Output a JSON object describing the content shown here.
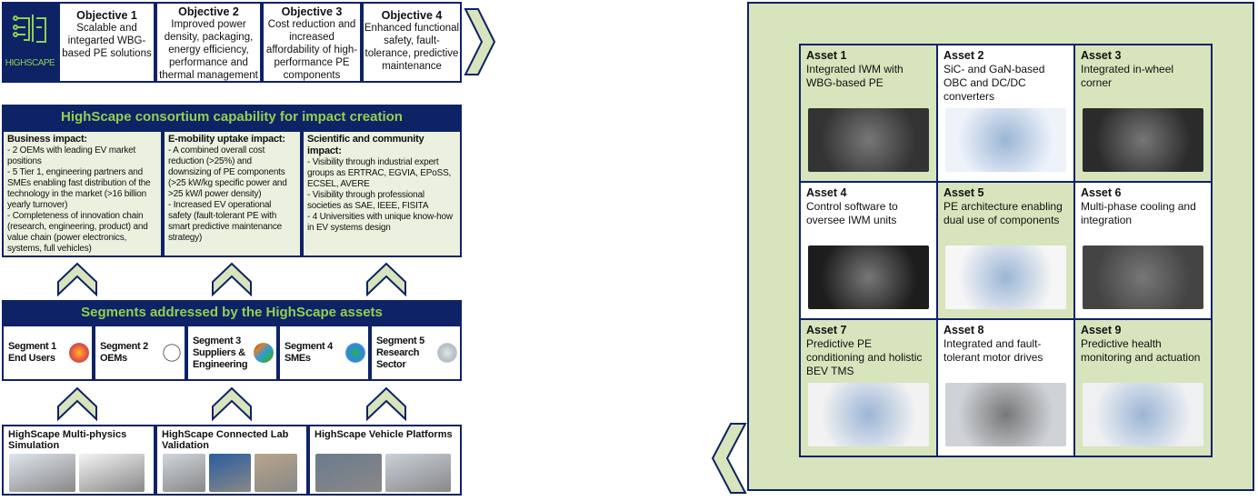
{
  "logo": {
    "text": "HIGHSCAPE"
  },
  "objectives": [
    {
      "title": "Objective 1",
      "text": "Scalable and integarted WBG-based PE solutions"
    },
    {
      "title": "Objective 2",
      "text": "Improved power density, packaging, energy efficiency, performance and thermal management"
    },
    {
      "title": "Objective 3",
      "text": "Cost reduction and increased affordability of high-performance PE components"
    },
    {
      "title": "Objective 4",
      "text": "Enhanced functional safety, fault-tolerance, predictive maintenance"
    }
  ],
  "capability": {
    "title": "HighScape consortium capability for impact creation",
    "columns": [
      {
        "title": "Business impact:",
        "lines": [
          "- 2 OEMs with leading EV market positions",
          "- 5 Tier 1, engineering partners and SMEs enabling fast distribution of the technology in the market (>16 billion yearly turnover)",
          "- Completeness of innovation chain (research, engineering, product) and value chain (power electronics, systems, full vehicles)"
        ]
      },
      {
        "title": "E-mobility uptake impact:",
        "lines": [
          "- A combined overall cost reduction (>25%) and downsizing of PE components (>25 kW/kg specific power and >25 kW/l power density)",
          "- Increased EV operational safety (fault-tolerant PE with smart predictive maintenance strategy)"
        ]
      },
      {
        "title": "Scientific and community impact:",
        "lines": [
          "- Visibility through industrial expert groups as ERTRAC, EGVIA, EPoSS, ECSEL, AVERE",
          "- Visibility through professional societies as SAE, IEEE, FISITA",
          "- 4 Universities with unique know-how in EV systems design"
        ]
      }
    ]
  },
  "segments": {
    "title": "Segments addressed by the HighScape assets",
    "items": [
      {
        "label": "Segment 1 End Users",
        "icon": "users-icon"
      },
      {
        "label": "Segment 2 OEMs",
        "icon": "factory-oem-icon"
      },
      {
        "label": "Segment 3 Suppliers & Engineering",
        "icon": "handshake-icon"
      },
      {
        "label": "Segment 4 SMEs",
        "icon": "gears-network-icon"
      },
      {
        "label": "Segment 5 Research Sector",
        "icon": "gears-icon"
      }
    ]
  },
  "platforms": [
    {
      "label": "HighScape Multi-physics Simulation"
    },
    {
      "label": "HighScape Connected Lab Validation"
    },
    {
      "label": "HighScape Vehicle Platforms"
    }
  ],
  "assets": [
    {
      "title": "Asset 1",
      "text": "Integrated IWM with WBG-based PE"
    },
    {
      "title": "Asset 2",
      "text": "SiC- and GaN-based OBC and DC/DC converters"
    },
    {
      "title": "Asset 3",
      "text": "Integrated in-wheel corner"
    },
    {
      "title": "Asset 4",
      "text": "Control software to oversee IWM units"
    },
    {
      "title": "Asset 5",
      "text": "PE architecture enabling dual use of components"
    },
    {
      "title": "Asset 6",
      "text": "Multi-phase cooling and integration"
    },
    {
      "title": "Asset 7",
      "text": "Predictive PE conditioning and holistic BEV TMS"
    },
    {
      "title": "Asset 8",
      "text": "Integrated and fault-tolerant motor drives"
    },
    {
      "title": "Asset 9",
      "text": "Predictive health monitoring and actuation"
    }
  ],
  "colors": {
    "navy": "#0e2266",
    "green_text": "#92d050",
    "panel_green": "#d8e4bc",
    "light_green": "#ebf1de"
  }
}
